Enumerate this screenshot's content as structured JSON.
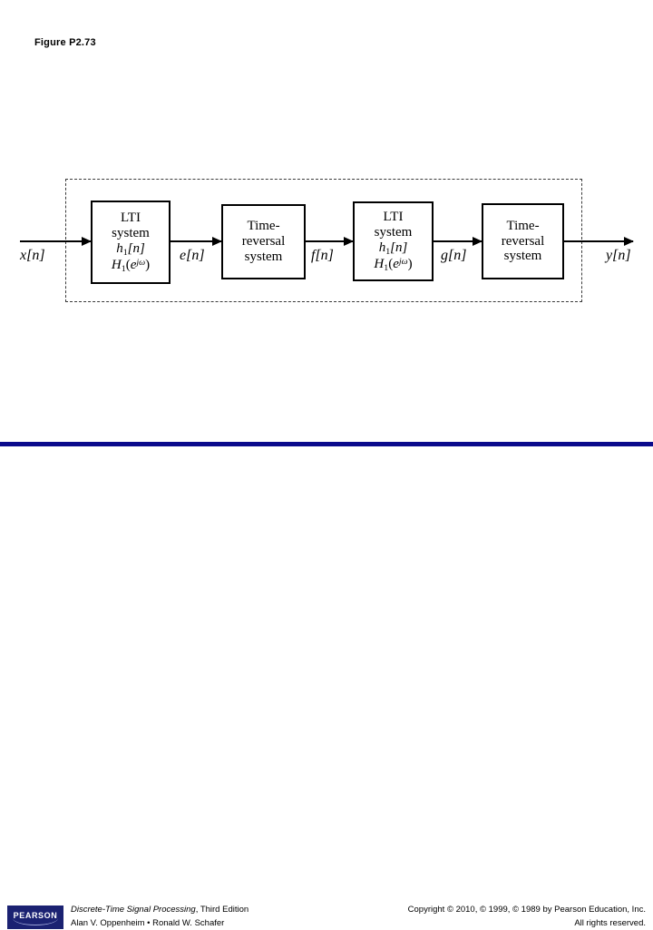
{
  "slide": {
    "figure_title": "Figure P2.73"
  },
  "diagram": {
    "type": "block-diagram",
    "blocks": [
      {
        "id": "lti-1",
        "kind": "LTI",
        "lines": [
          "LTI",
          "system",
          "h1[n]",
          "H1(e^{jw})"
        ],
        "label_plain": "LTI system h1[n] H1(e^jw)"
      },
      {
        "id": "reversal-1",
        "kind": "time-reversal",
        "lines": [
          "Time-",
          "reversal",
          "system"
        ],
        "label_plain": "Time-reversal system"
      },
      {
        "id": "lti-2",
        "kind": "LTI",
        "lines": [
          "LTI",
          "system",
          "h1[n]",
          "H1(e^{jw})"
        ],
        "label_plain": "LTI system h1[n] H1(e^jw)"
      },
      {
        "id": "reversal-2",
        "kind": "time-reversal",
        "lines": [
          "Time-",
          "reversal",
          "system"
        ],
        "label_plain": "Time-reversal system"
      }
    ],
    "block_text": {
      "lti_line1": "LTI",
      "lti_line2": "system",
      "lti_h_base": "h",
      "lti_h_sub": "1",
      "lti_h_brackets": "[n]",
      "lti_H_base": "H",
      "lti_H_sub": "1",
      "lti_H_open": "(",
      "lti_H_e": "e",
      "lti_H_exp": "jω",
      "lti_H_close": ")",
      "rev_line1": "Time-",
      "rev_line2": "reversal",
      "rev_line3": "system"
    },
    "signals": [
      {
        "id": "x",
        "label": "x[n]",
        "base": "x",
        "brackets": "[n]",
        "role": "input"
      },
      {
        "id": "e",
        "label": "e[n]",
        "base": "e",
        "brackets": "[n]",
        "role": "intermediate"
      },
      {
        "id": "f",
        "label": "f[n]",
        "base": "f",
        "brackets": "[n]",
        "role": "intermediate"
      },
      {
        "id": "g",
        "label": "g[n]",
        "base": "g",
        "brackets": "[n]",
        "role": "intermediate"
      },
      {
        "id": "y",
        "label": "y[n]",
        "base": "y",
        "brackets": "[n]",
        "role": "output"
      }
    ],
    "boundary": {
      "style": "dashed",
      "meaning": "overall system enclosure"
    },
    "colors": {
      "line": "#000000",
      "boundary": "#3a3a3a",
      "background": "#ffffff"
    }
  },
  "footer": {
    "logo_text": "PEARSON",
    "book_title": "Discrete-Time Signal Processing",
    "book_edition": ", Third Edition",
    "authors": "Alan V. Oppenheim • Ronald W. Schafer",
    "copyright_line1": "Copyright © 2010, © 1999, © 1989 by Pearson Education, Inc.",
    "copyright_line2": "All rights reserved.",
    "rule_color": "#0a0a8c",
    "logo_color": "#1b2272"
  }
}
